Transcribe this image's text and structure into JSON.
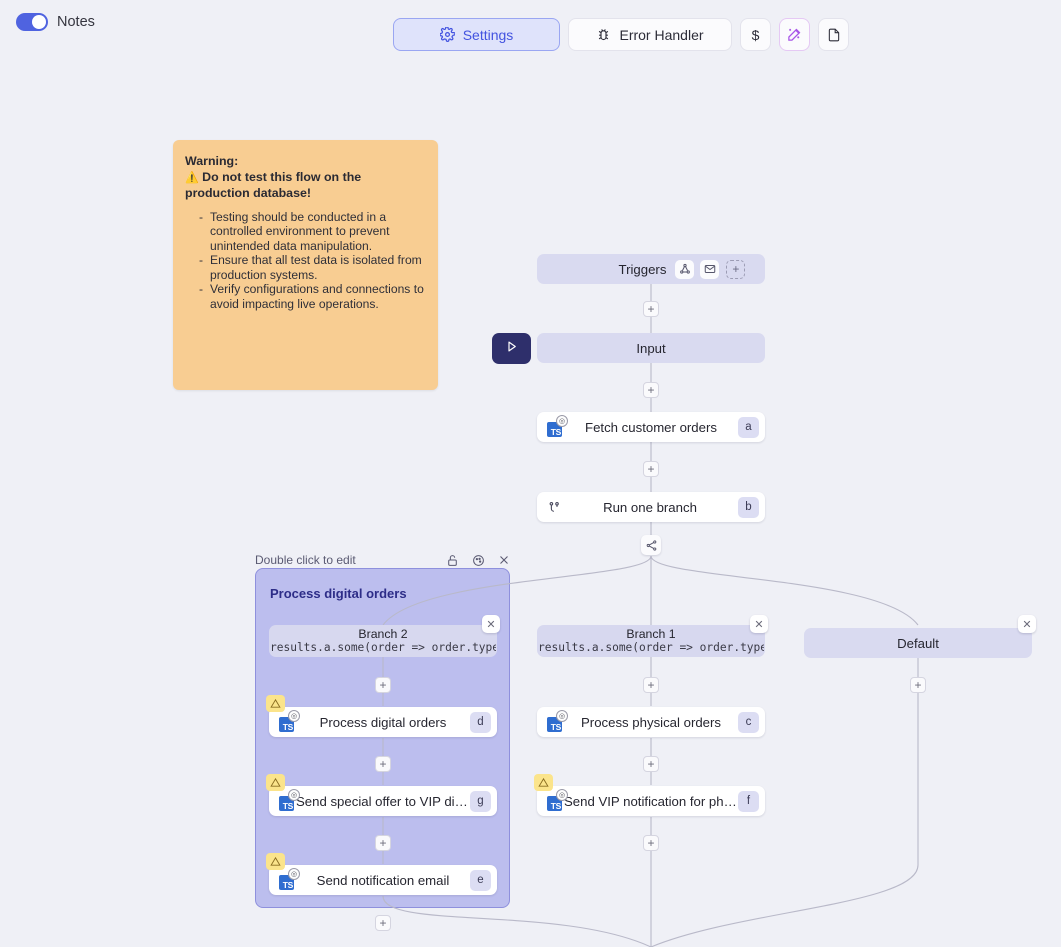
{
  "topbar": {
    "notes_toggle_label": "Notes",
    "notes_toggle_state": "on",
    "buttons": [
      {
        "label": "Settings",
        "icon": "gear-icon",
        "active": true
      },
      {
        "label": "Error Handler",
        "icon": "bug-icon",
        "active": false
      },
      {
        "label": "$",
        "icon": "dollar-icon",
        "active": false
      },
      {
        "label": "",
        "icon": "magic-wand-icon",
        "active": false
      },
      {
        "label": "",
        "icon": "file-icon",
        "active": false
      }
    ]
  },
  "note": {
    "heading_line1": "Warning:",
    "heading_emoji": "⚠️",
    "heading_line2": "Do not test this flow on the production database!",
    "bullets": [
      "Testing should be conducted in a controlled environment to prevent unintended data manipulation.",
      "Ensure that all test data is isolated from production systems.",
      "Verify configurations and connections to avoid impacting live operations."
    ],
    "color": "#f8cd92"
  },
  "flow": {
    "triggers": {
      "label": "Triggers",
      "icons": [
        "webhook-icon",
        "email-icon",
        "add-trigger-icon"
      ]
    },
    "input": {
      "label": "Input"
    },
    "run_button_icon": "play-icon",
    "steps": [
      {
        "label": "Fetch customer orders",
        "badge": "a",
        "icon": "typescript-icon",
        "warning": false
      },
      {
        "label": "Run one branch",
        "badge": "b",
        "icon": "git-branch-icon",
        "warning": false
      }
    ],
    "split_icon": "branch-split-icon",
    "group": {
      "edit_hint": "Double click to edit",
      "title": "Process digital orders",
      "header_icons": [
        "lock-icon",
        "palette-icon",
        "close-icon"
      ]
    },
    "branches": [
      {
        "name": "Branch 2",
        "condition": "results.a.some(order => order.type",
        "steps": [
          {
            "label": "Process digital orders",
            "badge": "d",
            "icon": "typescript-icon",
            "warning": true
          },
          {
            "label": "Send special offer to VIP digital c...",
            "badge": "g",
            "icon": "typescript-icon",
            "warning": true
          },
          {
            "label": "Send notification email",
            "badge": "e",
            "icon": "typescript-icon",
            "warning": true
          }
        ]
      },
      {
        "name": "Branch 1",
        "condition": "results.a.some(order => order.type",
        "steps": [
          {
            "label": "Process physical orders",
            "badge": "c",
            "icon": "typescript-icon",
            "warning": false
          },
          {
            "label": "Send VIP notification for physical...",
            "badge": "f",
            "icon": "typescript-icon",
            "warning": true
          }
        ]
      },
      {
        "name": "Default",
        "condition": "",
        "steps": []
      }
    ]
  },
  "colors": {
    "canvas_background": "#eff0f6",
    "accent_indigo": "#4353e0",
    "node_light": "#d9daf0",
    "group_fill": "#bcbeee",
    "group_border": "#8e90dd",
    "note_fill": "#f8cd92",
    "warning_badge": "#fbe48b",
    "play_button": "#2e2f6b"
  }
}
